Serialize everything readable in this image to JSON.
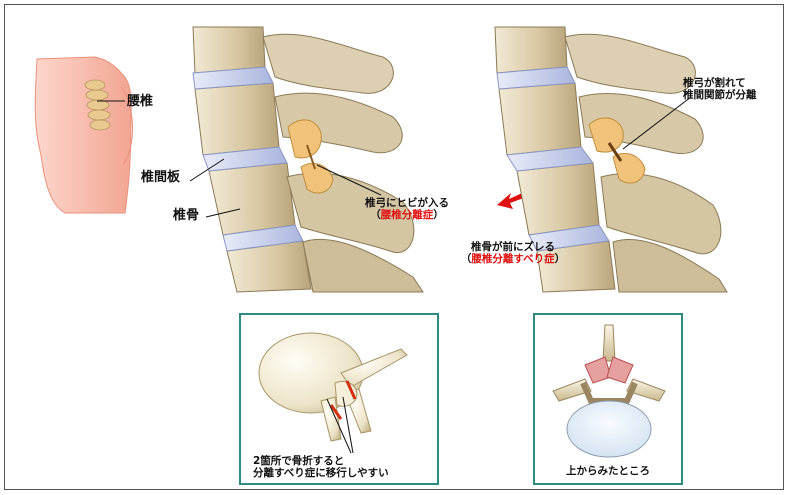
{
  "labels": {
    "lumbar": "腰椎",
    "disc": "椎間板",
    "vertebral_body": "椎骨",
    "crack_line1": "椎弓にヒビが入る",
    "crack_line2_open": "（",
    "crack_line2_red": "腰椎分離症",
    "crack_line2_close": "）",
    "split_line1": "椎弓が割れて",
    "split_line2": "椎間関節が分離",
    "slip_line1": "椎骨が前にズレる",
    "slip_line2_open": "（",
    "slip_line2_red": "腰椎分離すべり症",
    "slip_line2_close": "）",
    "fracture_line1": "2箇所で骨折すると",
    "fracture_line2": "分離すべり症に移行しやすい",
    "top_view": "上からみたところ"
  },
  "colors": {
    "accent_red": "#e01010",
    "box_border": "#2f8a84",
    "skin": "#f7b7a6",
    "bone": "#d9c8a0",
    "disc": "#b9c3e6"
  }
}
